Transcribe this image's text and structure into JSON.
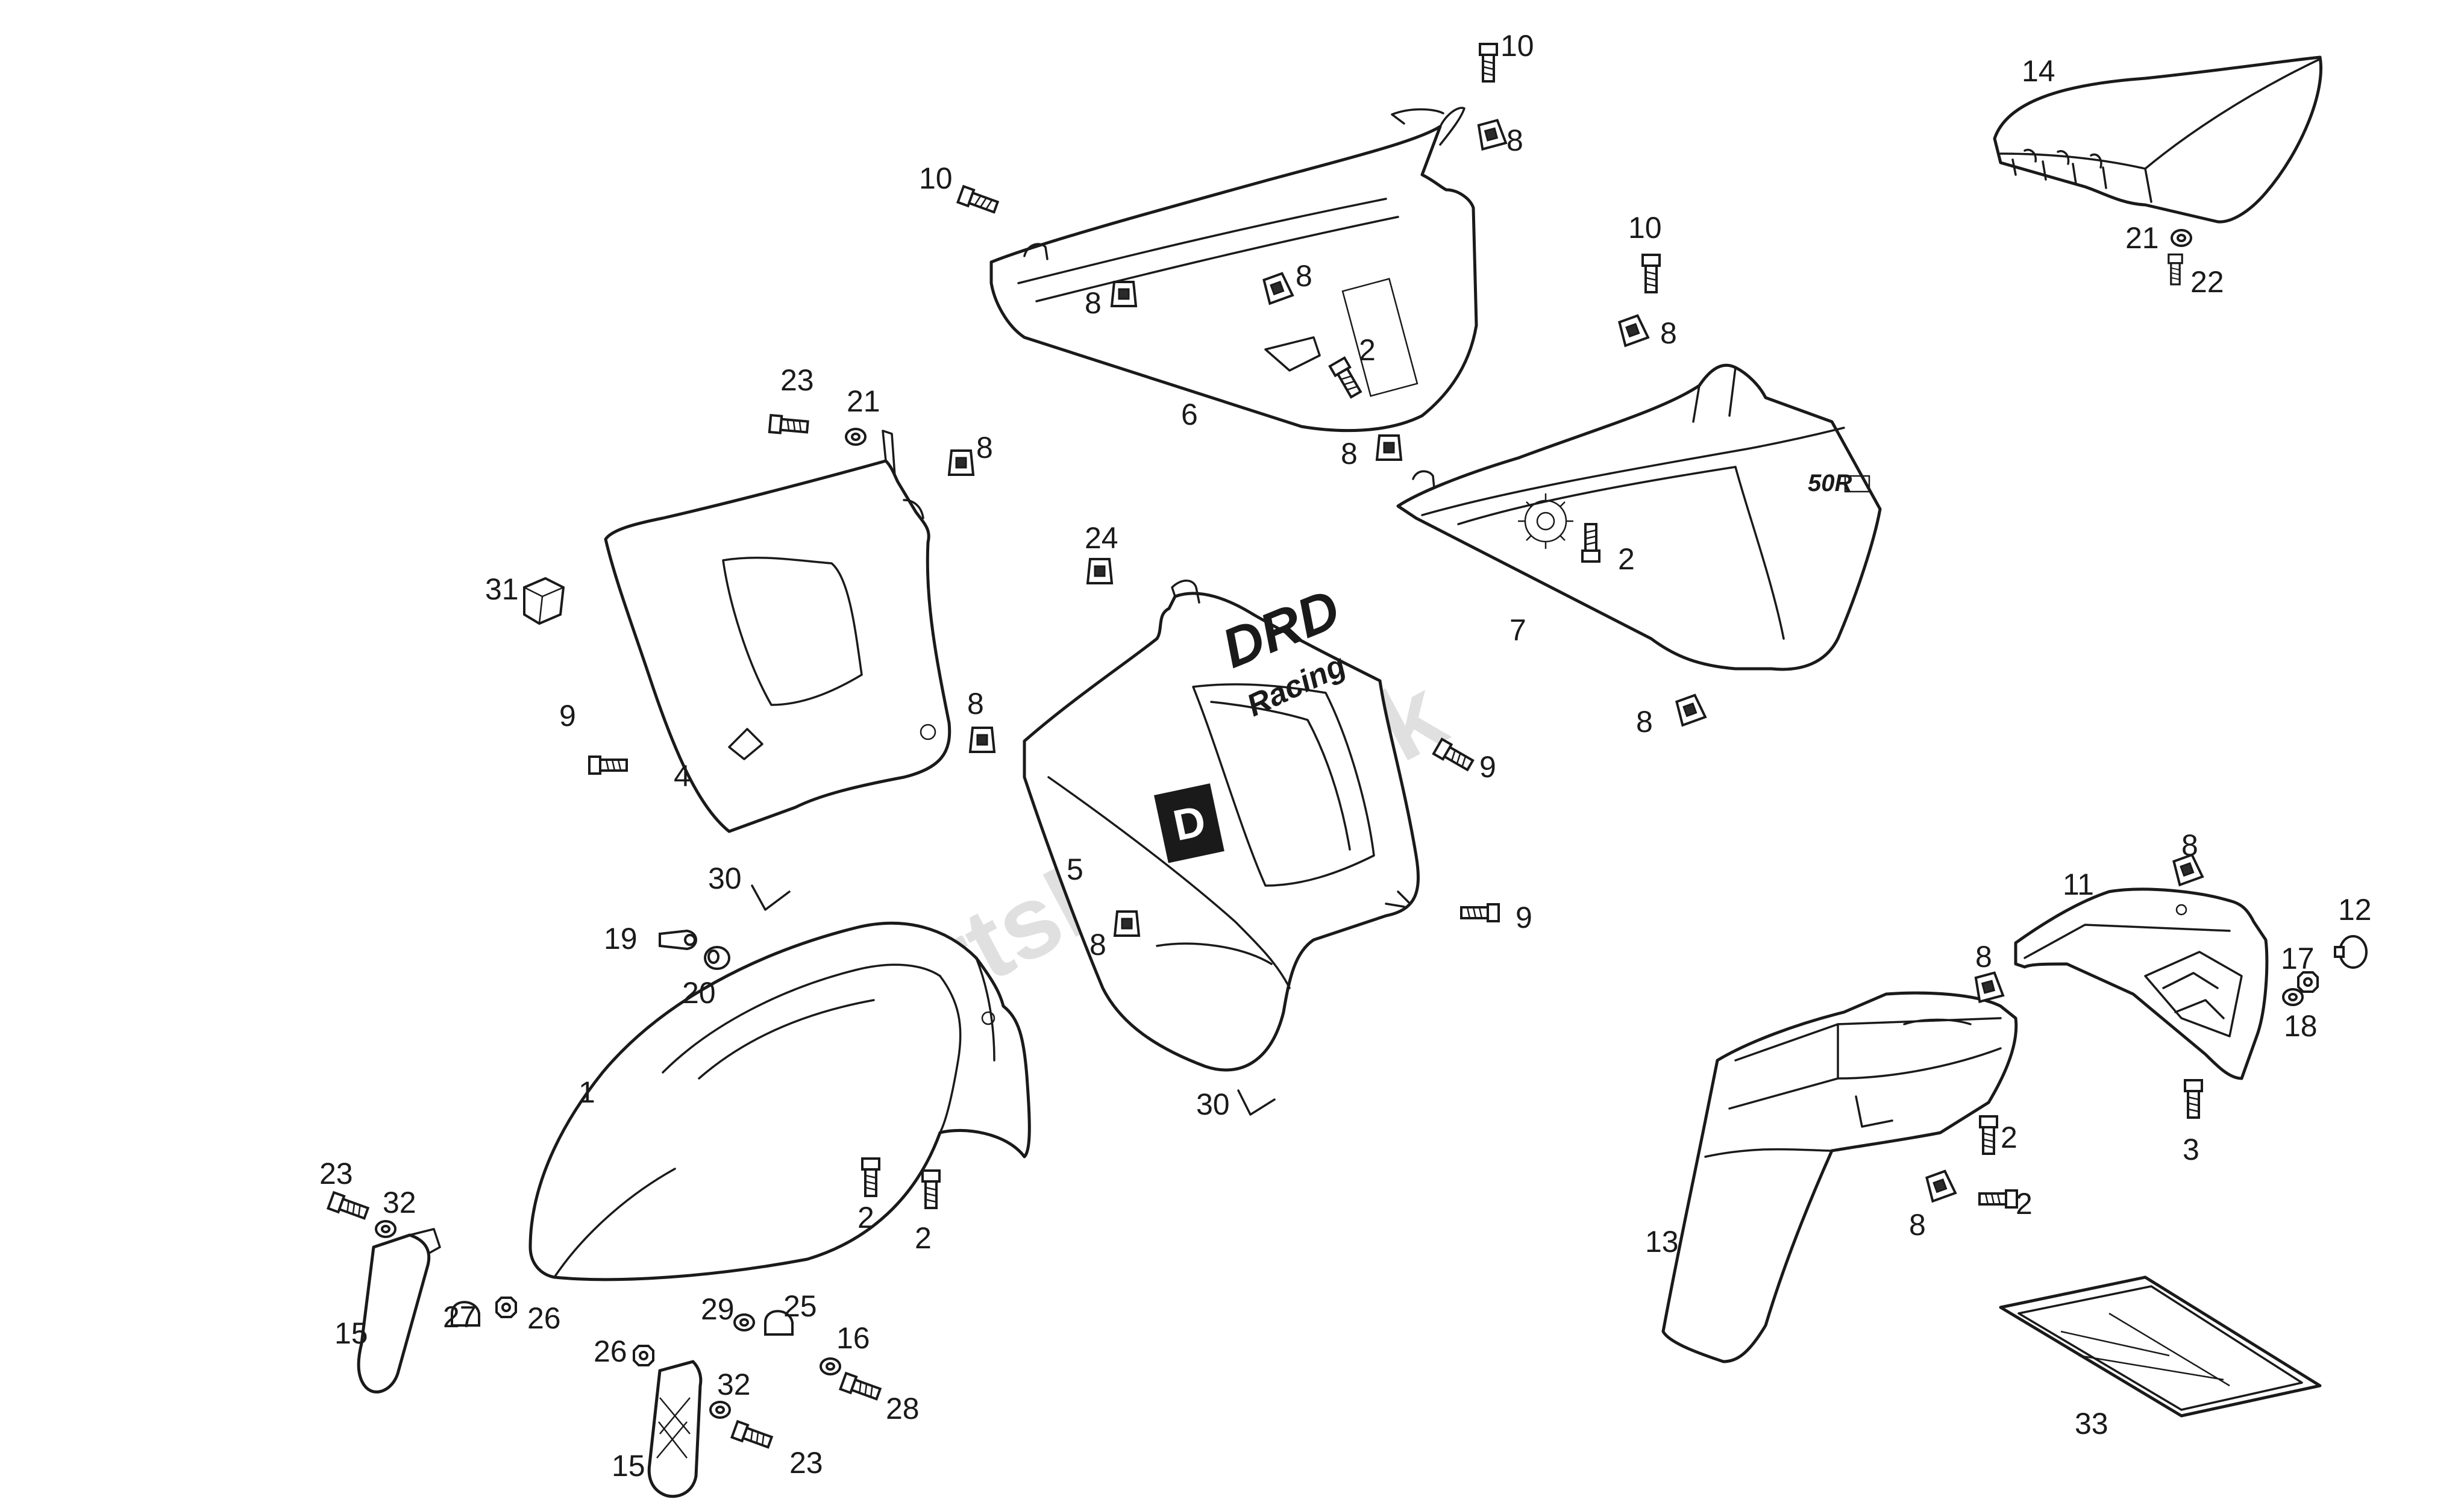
{
  "labels": {
    "p1": "1",
    "p2": "2",
    "p3": "3",
    "p4": "4",
    "p5": "5",
    "p6": "6",
    "p7": "7",
    "p8": "8",
    "p9": "9",
    "p10": "10",
    "p11": "11",
    "p12": "12",
    "p13": "13",
    "p14": "14",
    "p15": "15",
    "p16": "16",
    "p17": "17",
    "p18": "18",
    "p19": "19",
    "p20": "20",
    "p21": "21",
    "p22": "22",
    "p23": "23",
    "p24": "24",
    "p25": "25",
    "p26": "26",
    "p27": "27",
    "p28": "28",
    "p29": "29",
    "p30": "30",
    "p31": "31",
    "p32": "32",
    "p33": "33"
  },
  "decals": {
    "brand": "DRD",
    "racing": "Racing",
    "badge": "D",
    "model": "50R"
  },
  "watermark": "PartsRepublik"
}
